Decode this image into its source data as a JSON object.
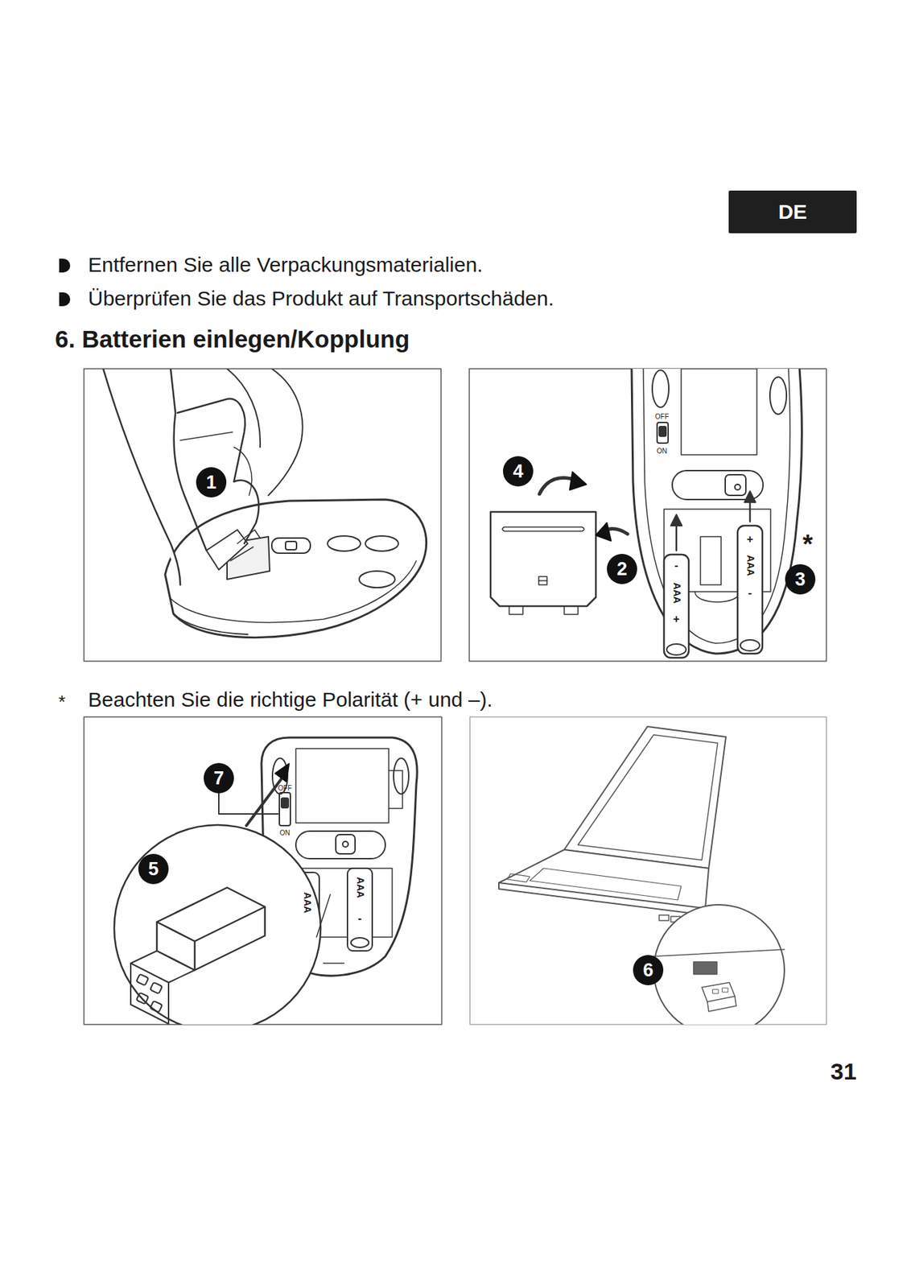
{
  "diagram": {
    "title": "6. Batterien einlegen/Kopplung",
    "nodes": [
      {
        "text": [
          "DE"
        ]
      },
      {
        "text": [
          "1"
        ]
      },
      {
        "text": [
          "4"
        ]
      },
      {
        "text": [
          "2"
        ]
      },
      {
        "text": [
          "3"
        ]
      },
      {
        "text": [
          "7"
        ]
      },
      {
        "text": [
          "5"
        ]
      },
      {
        "text": [
          "6"
        ]
      }
    ],
    "edges": [],
    "labels": [
      "Entfernen Sie alle Verpackungsmaterialien.",
      "Überprüfen Sie das Produkt auf Transportschäden.",
      "OFF",
      "ON",
      "-",
      "AAA",
      "+",
      "+",
      "AAA",
      "-",
      "*",
      "*",
      "Beachten Sie die richtige Polarität (+ und –).",
      "OFF",
      "ON",
      "AAA",
      "AAA",
      "-",
      "31"
    ]
  }
}
